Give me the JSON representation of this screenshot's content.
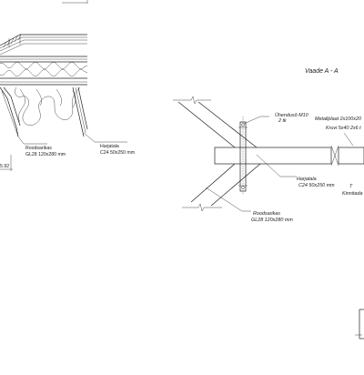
{
  "view_title": "Vaade A - A",
  "dimension": "5.92",
  "left_detail": {
    "roodsarikas": [
      "Roodsarikas",
      "GL28 120x280 mm"
    ],
    "harjatala": [
      "Harjatala",
      "C24 50x250 mm"
    ]
  },
  "right_detail": {
    "uhenduspolt": [
      "Ühendusõ M10",
      "2 tk"
    ],
    "metallplaat": [
      "Metallplaat 2x100x20",
      "Kruvi 5x40 2x6 t"
    ],
    "harjatala": [
      "Harjatala",
      "C24 50x250 mm"
    ],
    "roodsarikas": [
      "Roodsarikas",
      "GL28 120x280 mm"
    ],
    "cut_labels": [
      "T",
      "Kinnitada"
    ]
  }
}
